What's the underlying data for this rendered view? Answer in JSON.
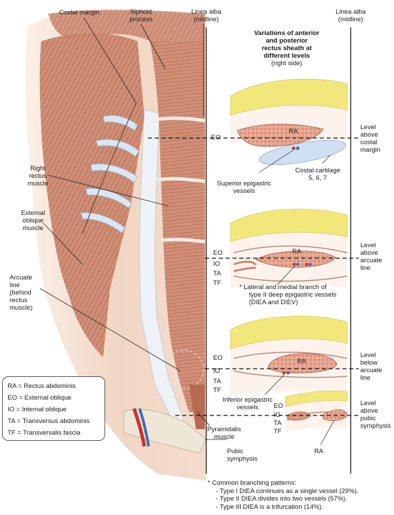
{
  "labels": {
    "costal_margin": "Costal margin",
    "xiphoid_1": "Xiphoid",
    "xiphoid_2": "process",
    "linea_alba_left_1": "Linea alba",
    "linea_alba_left_2": "(midline)",
    "linea_alba_right_1": "Linea alba",
    "linea_alba_right_2": "(midline)",
    "right_rectus_1": "Right",
    "right_rectus_2": "rectus",
    "right_rectus_3": "muscle",
    "external_oblique_1": "External",
    "external_oblique_2": "oblique",
    "external_oblique_3": "muscle",
    "arcuate_1": "Arcuate",
    "arcuate_2": "line",
    "arcuate_3": "(behind",
    "arcuate_4": "rectus",
    "arcuate_5": "muscle)",
    "pyramidalis_1": "Pyramidalis",
    "pyramidalis_2": "muscle",
    "pubic_1": "Pubic",
    "pubic_2": "symphysis"
  },
  "sheath_title": {
    "line1": "Variations of  anterior",
    "line2": "and posterior",
    "line3": "rectus sheath at",
    "line4": "different levels",
    "line5": "(right side)"
  },
  "sections": {
    "s1": {
      "layers": [
        "EO"
      ],
      "ra": "RA",
      "level": [
        "Level",
        "above",
        "costal",
        "margin"
      ],
      "note1": "Costal cartilage",
      "note2": "5, 6, 7",
      "vessel1": "Superior epigastric",
      "vessel2": "vessels"
    },
    "s2": {
      "layers": [
        "EO",
        "IO",
        "TA",
        "TF"
      ],
      "ra": "RA",
      "level": [
        "Level",
        "above",
        "arcuate",
        "line"
      ],
      "note1": "*  Lateral and medial branch of",
      "note2": "type II deep epigastric vessels",
      "note3": "(DIEA and DIEV)"
    },
    "s3": {
      "layers": [
        "EO",
        "IO",
        "TA",
        "TF"
      ],
      "ra": "RA",
      "level": [
        "Level",
        "below",
        "arcuate",
        "line"
      ],
      "vessel1": "Inferior epigastric",
      "vessel2": "vessels"
    },
    "s4": {
      "layers": [
        "EO",
        "IO",
        "TA",
        "TF"
      ],
      "ra": "RA",
      "level": [
        "Level",
        "above",
        "pubic",
        "symphysis"
      ]
    }
  },
  "legend": [
    "RA = Rectus abdominis",
    "EO = External oblique",
    "IO = Internal oblique",
    "TA = Transversus abdominis",
    "TF = Transversalis fascia"
  ],
  "footnote": {
    "line1": "*  Common branching patterns:",
    "line2": "- Type I DIEA continues as a single vessel (29%).",
    "line3": "- Type II DIEA divides into two vessels (57%).",
    "line4": "- Type III DIEA is a trifurcation (14%)."
  },
  "colors": {
    "muscle": "#c9826a",
    "muscle_dark": "#a85a45",
    "fat": "#f2e77a",
    "skin": "#f1d8c8",
    "fascia": "#e6ecf2",
    "cartilage": "#cfe0f2",
    "artery": "#c8342e",
    "vein": "#3a6fb5"
  }
}
